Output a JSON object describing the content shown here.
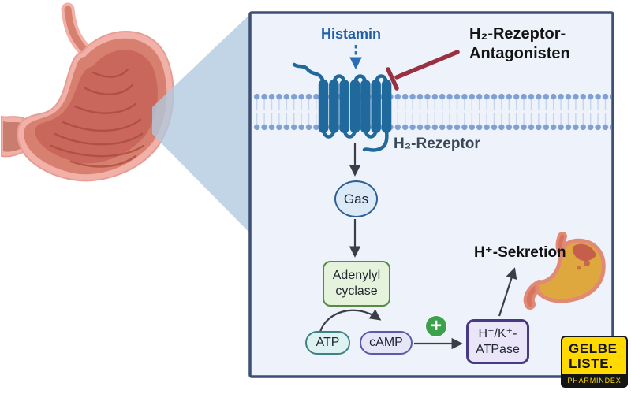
{
  "panel": {
    "histamin_label": "Histamin",
    "antagonist_label": "H₂-Rezeptor-\nAntagonisten",
    "receptor_label": "H₂-Rezeptor",
    "gas_label": "Gas",
    "adenylyl_cyclase_label": "Adenylyl\ncyclase",
    "atp_label": "ATP",
    "camp_label": "cAMP",
    "plus_label": "+",
    "atpase_label": "H⁺/K⁺-\nATPase",
    "sekretion_label": "H⁺-Sekretion"
  },
  "logo": {
    "line1": "GELBE",
    "line2": "LISTE.",
    "tagline": "PHARMINDEX"
  },
  "colors": {
    "histamin_blue": "#1d5fa7",
    "receptor_teal": "#20699c",
    "membrane_head_blue": "#7fa0d4",
    "inhibitor_red": "#9b3042",
    "panel_background": "#eef2fb",
    "panel_border": "#3d4f73",
    "zoom_wedge": "#b1c9df",
    "gas_fill": "#dce9f7",
    "adenylyl_fill": "#e6f3dc",
    "atp_fill": "#def3f1",
    "camp_fill": "#e6e6f8",
    "atpase_fill": "#eae5f8",
    "plus_green": "#3ba14a",
    "stomach_pink": "#f1b0a8",
    "stomach_red": "#c9675c",
    "small_stomach_gold": "#dfa83e",
    "logo_yellow": "#ffd900"
  }
}
